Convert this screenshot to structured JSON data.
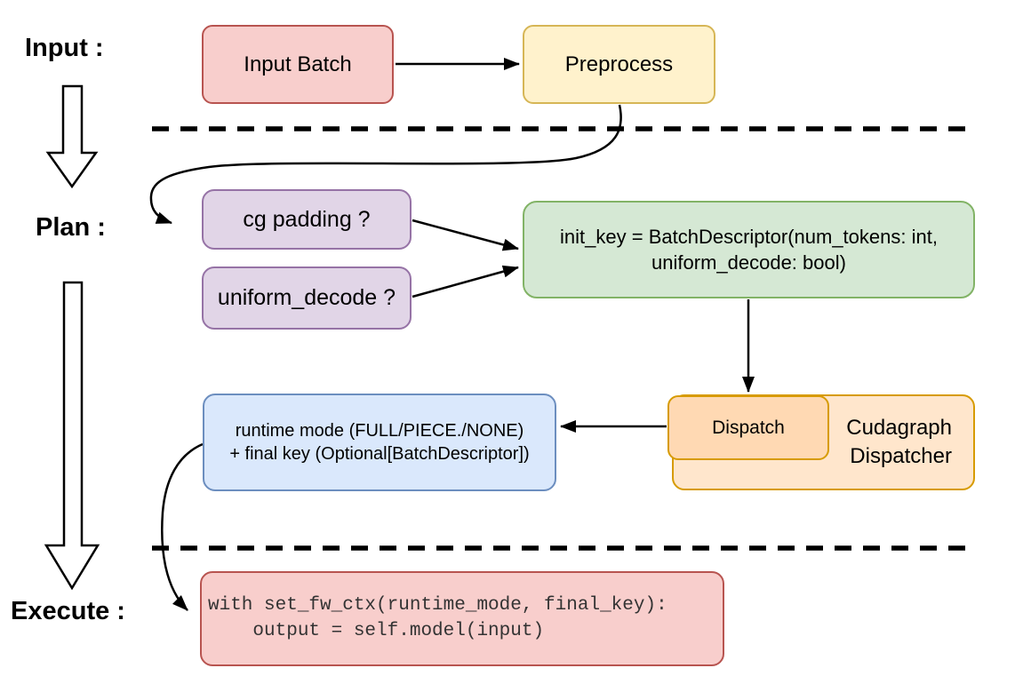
{
  "stages": {
    "input_label": "Input :",
    "plan_label": "Plan :",
    "execute_label": "Execute :"
  },
  "nodes": {
    "input_batch": "Input Batch",
    "preprocess": "Preprocess",
    "cg_padding": "cg padding ?",
    "uniform_decode": "uniform_decode ?",
    "init_key_line1": "init_key = BatchDescriptor(num_tokens: int,",
    "init_key_line2": "uniform_decode: bool)",
    "dispatch": "Dispatch",
    "dispatcher_line1": "Cudagraph",
    "dispatcher_line2": "Dispatcher",
    "runtime_line1": "runtime mode (FULL/PIECE./NONE)",
    "runtime_line2": "+ final key (Optional[BatchDescriptor])",
    "code_line1": "with set_fw_ctx(runtime_mode, final_key):",
    "code_line2": "    output = self.model(input)"
  },
  "colors": {
    "canvas-bg": "#ffffff",
    "red-fill": "#f8cecc",
    "red-stroke": "#b85450",
    "yellow-fill": "#fff2cc",
    "yellow-stroke": "#d6b656",
    "purple-fill": "#e1d5e7",
    "purple-stroke": "#9673a6",
    "green-fill": "#d5e8d4",
    "green-stroke": "#82b366",
    "orange-fill": "#ffe6cc",
    "orange-inner-fill": "#ffd9b3",
    "orange-stroke": "#d79b00",
    "blue-fill": "#dae8fc",
    "blue-stroke": "#6c8ebf",
    "line-color": "#000000",
    "code-color": "#333333"
  }
}
